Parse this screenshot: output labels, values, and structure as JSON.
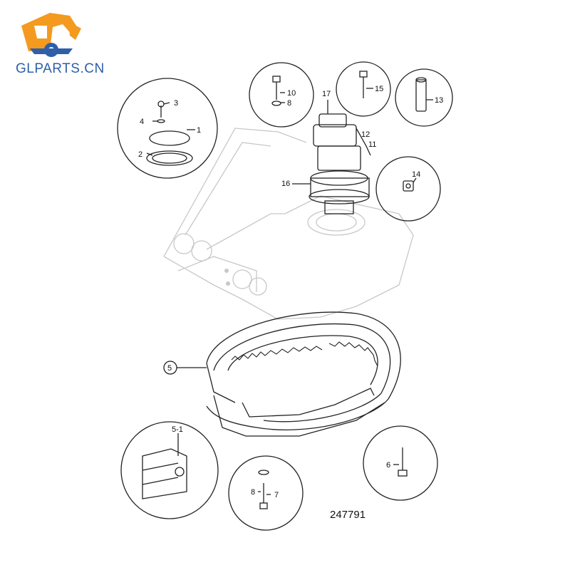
{
  "brand": {
    "name": "GLPARTS.CN",
    "logo_icon": "excavator-gear-logo-icon",
    "colors": {
      "orange": "#f39a1f",
      "blue": "#2f5fa8"
    }
  },
  "figure_number": "247791",
  "callouts": {
    "c1": "1",
    "c2": "2",
    "c3": "3",
    "c4": "4",
    "c5": "5",
    "c5_1": "5-1",
    "c6": "6",
    "c7": "7",
    "c8_bolt": "8",
    "c8_upper": "8",
    "c10": "10",
    "c11": "11",
    "c12": "12",
    "c13": "13",
    "c14": "14",
    "c15": "15",
    "c16": "16",
    "c17": "17"
  }
}
